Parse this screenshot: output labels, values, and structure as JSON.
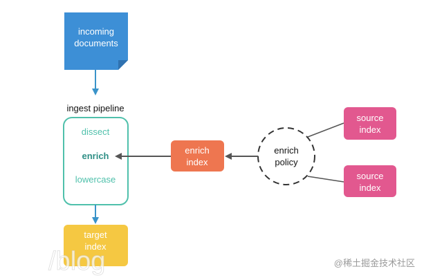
{
  "incoming": {
    "line1": "incoming",
    "line2": "documents"
  },
  "pipeline": {
    "title": "ingest pipeline",
    "steps": [
      "dissect",
      "enrich",
      "lowercase"
    ]
  },
  "target": {
    "line1": "target",
    "line2": "index"
  },
  "enrich_index": {
    "line1": "enrich",
    "line2": "index"
  },
  "enrich_policy": {
    "line1": "enrich",
    "line2": "policy"
  },
  "sources": [
    {
      "line1": "source",
      "line2": "index"
    },
    {
      "line1": "source",
      "line2": "index"
    }
  ],
  "watermark": {
    "text": "/blog",
    "credit": "@稀土掘金技术社区"
  },
  "colors": {
    "doc_blue": "#3d8fd6",
    "doc_fold": "#2f72b0",
    "pipeline_teal": "#4fc0ab",
    "enrich_text": "#2f8f86",
    "target_yellow": "#f5c842",
    "enrich_orange": "#ee7650",
    "source_pink": "#e2588f",
    "arrow_blue": "#3a93c9",
    "arrow_gray": "#555555",
    "dash": "#333333"
  }
}
